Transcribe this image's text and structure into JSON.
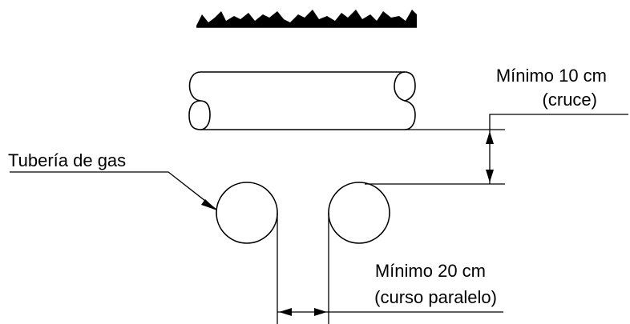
{
  "labels": {
    "gas_pipe": "Tubería de gas",
    "crossing_line1": "Mínimo 10 cm",
    "crossing_line2": "(cruce)",
    "parallel_line1": "Mínimo 20 cm",
    "parallel_line2": "(curso paralelo)"
  },
  "colors": {
    "ink": "#000000",
    "background": "#ffffff"
  }
}
